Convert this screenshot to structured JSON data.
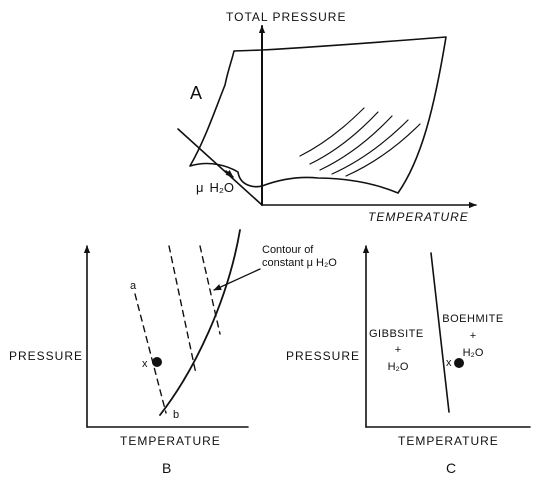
{
  "panel_a": {
    "panel_label": "A",
    "y_axis_label": "TOTAL PRESSURE",
    "x_axis_label": "TEMPERATURE",
    "mu_axis_label_mu": "μ",
    "mu_axis_label_rest": "H₂O"
  },
  "panel_b": {
    "panel_label": "B",
    "y_axis_label": "PRESSURE",
    "x_axis_label": "TEMPERATURE",
    "point_label": "x",
    "line_start_label": "a",
    "line_end_label": "b",
    "contour_note_line1": "Contour of",
    "contour_note_line2": "constant μ H₂O"
  },
  "panel_c": {
    "panel_label": "C",
    "y_axis_label": "PRESSURE",
    "x_axis_label": "TEMPERATURE",
    "point_label": "x",
    "left_phase_name": "GIBBSITE",
    "left_phase_plus": "+",
    "left_phase_water": "H₂O",
    "right_phase_name": "BOEHMITE",
    "right_phase_plus": "+",
    "right_phase_water": "H₂O"
  },
  "colors": {
    "ink": "#111111",
    "background": "#ffffff"
  }
}
